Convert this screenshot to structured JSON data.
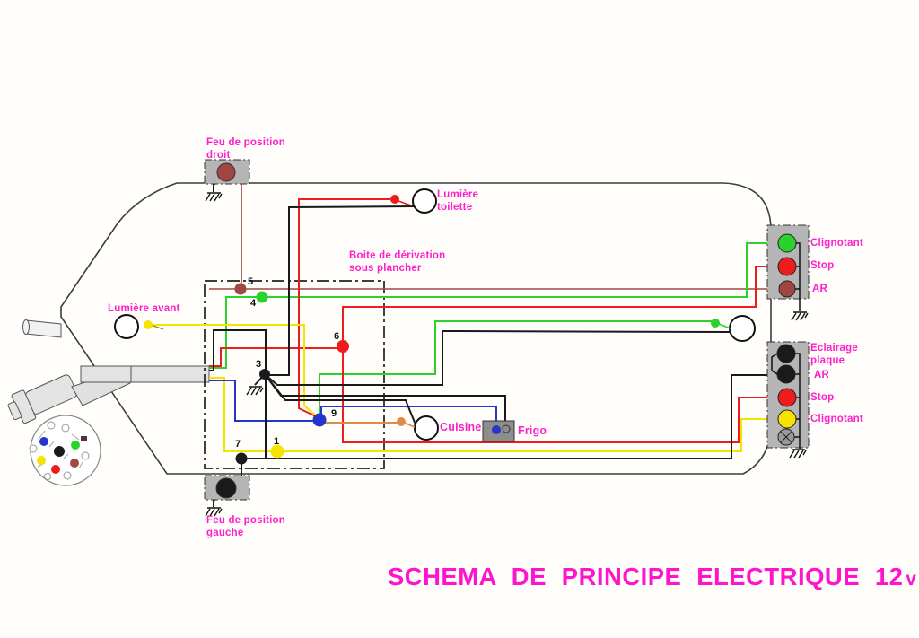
{
  "title": {
    "text": "SCHEMA  DE  PRINCIPE  ELECTRIQUE  12",
    "unit": "v"
  },
  "labels": {
    "feu_position_droit": "Feu de position\ndroit",
    "lumiere_toilette": "Lumière\ntoilette",
    "boite_derivation": "Boite de dérivation\nsous plancher",
    "lumiere_avant": "Lumière avant",
    "clignotant_top": "Clignotant",
    "stop_top": "Stop",
    "ar_top": "AR",
    "eclairage_plaque": "Eclairage\nplaque",
    "ar_bottom": "AR",
    "stop_bottom": "Stop",
    "clignotant_bottom": "Clignotant",
    "cuisine": "Cuisine",
    "frigo": "Frigo",
    "feu_position_gauche": "Feu de position\ngauche"
  },
  "nodes": {
    "n1": "1",
    "n3": "3",
    "n4": "4",
    "n5": "5",
    "n6": "6",
    "n7": "7",
    "n9": "9"
  },
  "colors": {
    "magenta": "#ff1ecb",
    "wire_red": "#ee1c1c",
    "wire_green": "#2bd22b",
    "wire_yellow": "#f6e400",
    "wire_blue": "#2636cc",
    "wire_brown": "#9f4a42",
    "wire_orange": "#dd8a4f",
    "wire_black": "#1a1a1a",
    "lamp_dark_red": "#a04444",
    "lamp_black": "#1a1a1a",
    "box_gray": "#b5b5b5",
    "outline_gray": "#3c3c3c"
  }
}
